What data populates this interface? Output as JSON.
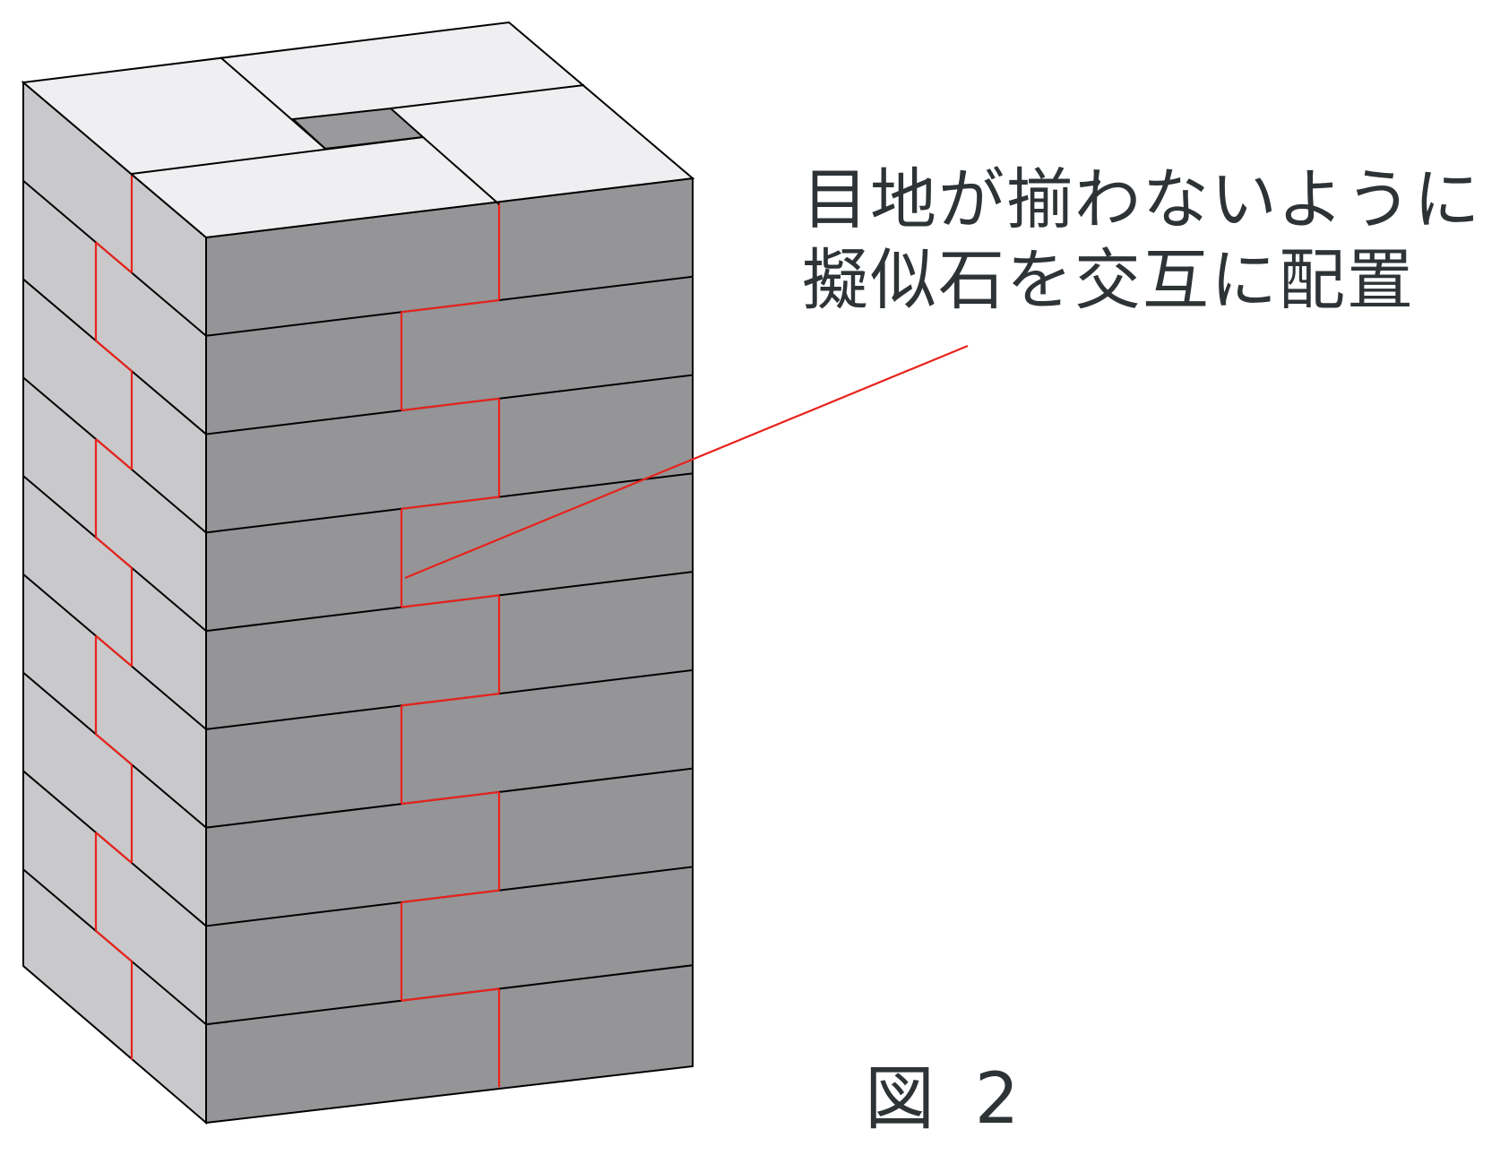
{
  "annotation": {
    "line1": "目地が揃わないように",
    "line2": "擬似石を交互に配置"
  },
  "caption": "図 2",
  "diagram": {
    "subject": "stacked pseudo-stone block pillar",
    "course_count": 9,
    "colors": {
      "top_face": "#efeff1",
      "hole": "#9a999c",
      "front_face": "#959497",
      "side_face": "#c9c8cb",
      "outline": "#000000",
      "joint": "#e8231b",
      "text": "#2e3336"
    }
  }
}
